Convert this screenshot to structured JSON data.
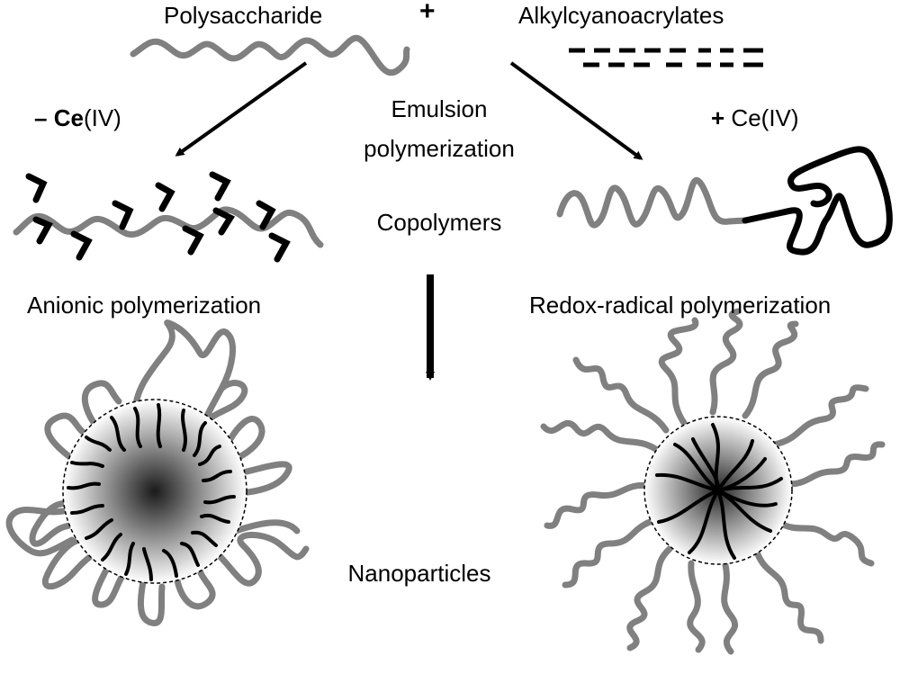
{
  "labels": {
    "polysaccharide": "Polysaccharide",
    "plus_top": "+",
    "alkylcyanoacrylates": "Alkylcyanoacrylates",
    "minus_sign": "–",
    "minus_ce_element": "Ce",
    "minus_ce_state": "(IV)",
    "plus_ce_sign": "+",
    "plus_ce_text": "Ce(IV)",
    "emulsion_line1": "Emulsion",
    "emulsion_line2": "polymerization",
    "copolymers": "Copolymers",
    "anionic": "Anionic polymerization",
    "redox": "Redox-radical polymerization",
    "nanoparticles": "Nanoparticles"
  },
  "colors": {
    "polysaccharide_chain": "#808080",
    "polymer_chain": "#000000",
    "core_center": "#202020",
    "core_edge": "#ffffff"
  }
}
